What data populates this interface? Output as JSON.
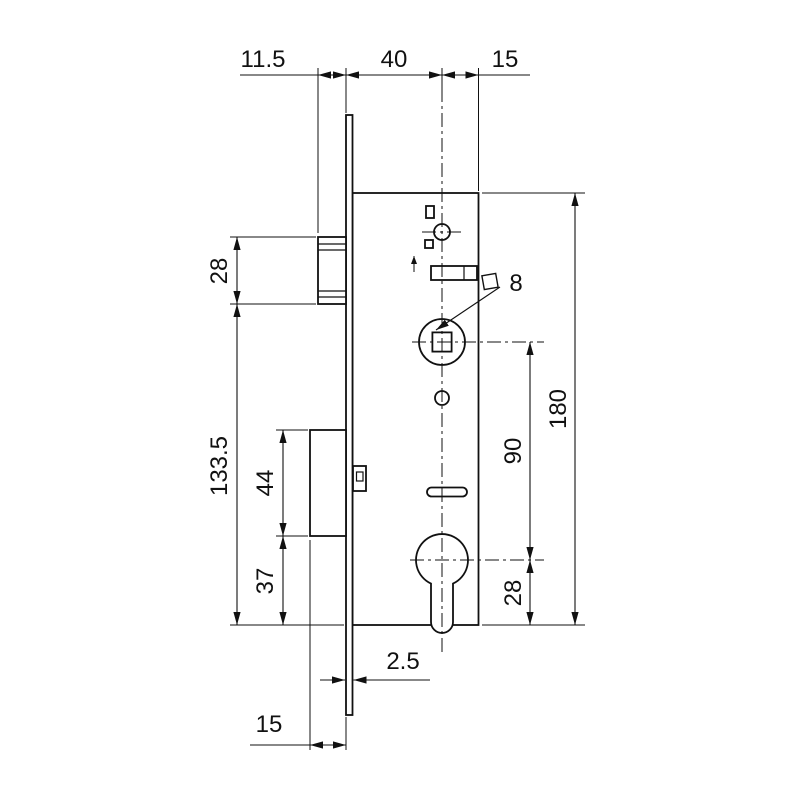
{
  "dims": {
    "latch_projection": "11.5",
    "backset": "40",
    "center_to_back": "15",
    "latch_height": "28",
    "lower_body_length": "133.5",
    "deadbolt_height": "44",
    "deadbolt_to_bottom": "37",
    "spindle_square_size": "8",
    "handle_to_cylinder": "90",
    "case_height": "180",
    "cylinder_to_bottom": "28",
    "faceplate_thickness": "2.5",
    "deadbolt_throw": "15"
  }
}
